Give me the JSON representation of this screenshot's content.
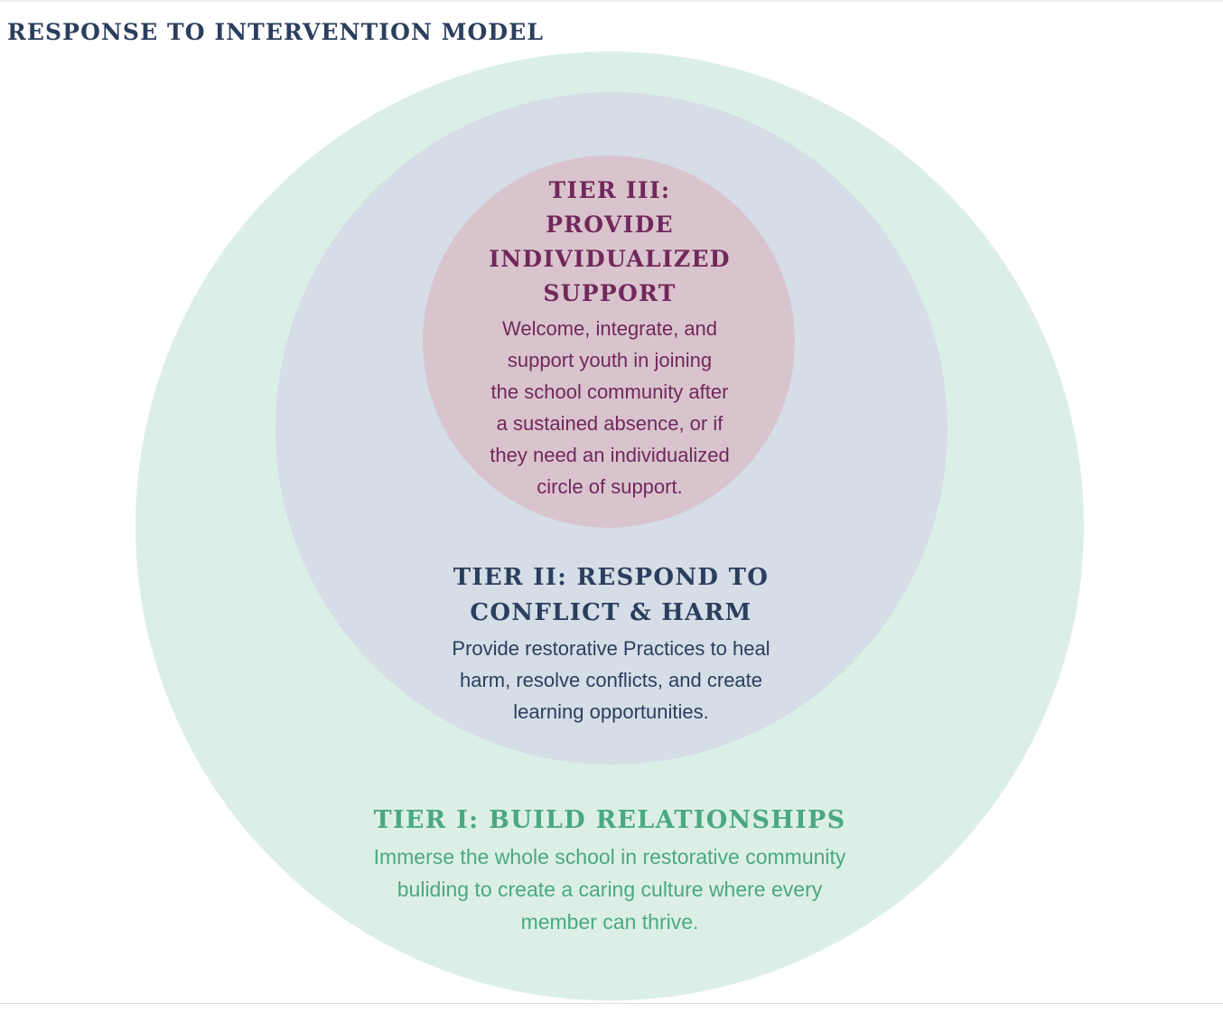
{
  "page": {
    "title": "RESPONSE TO INTERVENTION MODEL"
  },
  "colors": {
    "title_navy": "#2c3e5d",
    "tier1_fill": "#dcefe7",
    "tier1_text": "#4aa882",
    "tier2_fill": "#d5dde7",
    "tier2_text": "#2c3e5d",
    "tier3_fill": "#d9c4ce",
    "tier3_text": "#71285a",
    "divider": "#dcdcdc",
    "background": "#ffffff"
  },
  "diagram": {
    "type": "concentric-circles",
    "tiers": [
      {
        "id": "tier-3",
        "heading": "TIER III:\nPROVIDE\nINDIVIDUALIZED\nSUPPORT",
        "heading_lines": [
          "TIER III:",
          "PROVIDE",
          "INDIVIDUALIZED",
          "SUPPORT"
        ],
        "body": "Welcome, integrate, and support youth in joining the school community after a sustained absence, or if they need an individualized circle of support.",
        "body_lines": [
          "Welcome, integrate, and",
          "support youth in joining",
          "the school community after",
          "a sustained absence, or if",
          "they need an individualized",
          "circle of support."
        ],
        "fill": "#d9c4ce",
        "text_color": "#71285a",
        "ring": "inner"
      },
      {
        "id": "tier-2",
        "heading": "TIER II: RESPOND TO CONFLICT & HARM",
        "heading_lines": [
          "TIER II: RESPOND TO",
          "CONFLICT & HARM"
        ],
        "body": "Provide restorative Practices to heal harm, resolve conflicts, and create learning opportunities.",
        "body_lines": [
          "Provide restorative Practices to heal",
          "harm, resolve conflicts, and create",
          "learning opportunities."
        ],
        "fill": "#d5dde7",
        "text_color": "#2c3e5d",
        "ring": "middle"
      },
      {
        "id": "tier-1",
        "heading": "TIER I: BUILD RELATIONSHIPS",
        "heading_lines": [
          "TIER I: BUILD RELATIONSHIPS"
        ],
        "body": "Immerse the whole school in restorative community buliding to create a caring culture where every member can thrive.",
        "body_lines": [
          "Immerse the whole school in restorative community",
          "buliding to create a caring culture where every",
          "member can thrive."
        ],
        "fill": "#dcefe7",
        "text_color": "#4aa882",
        "ring": "outer"
      }
    ]
  }
}
